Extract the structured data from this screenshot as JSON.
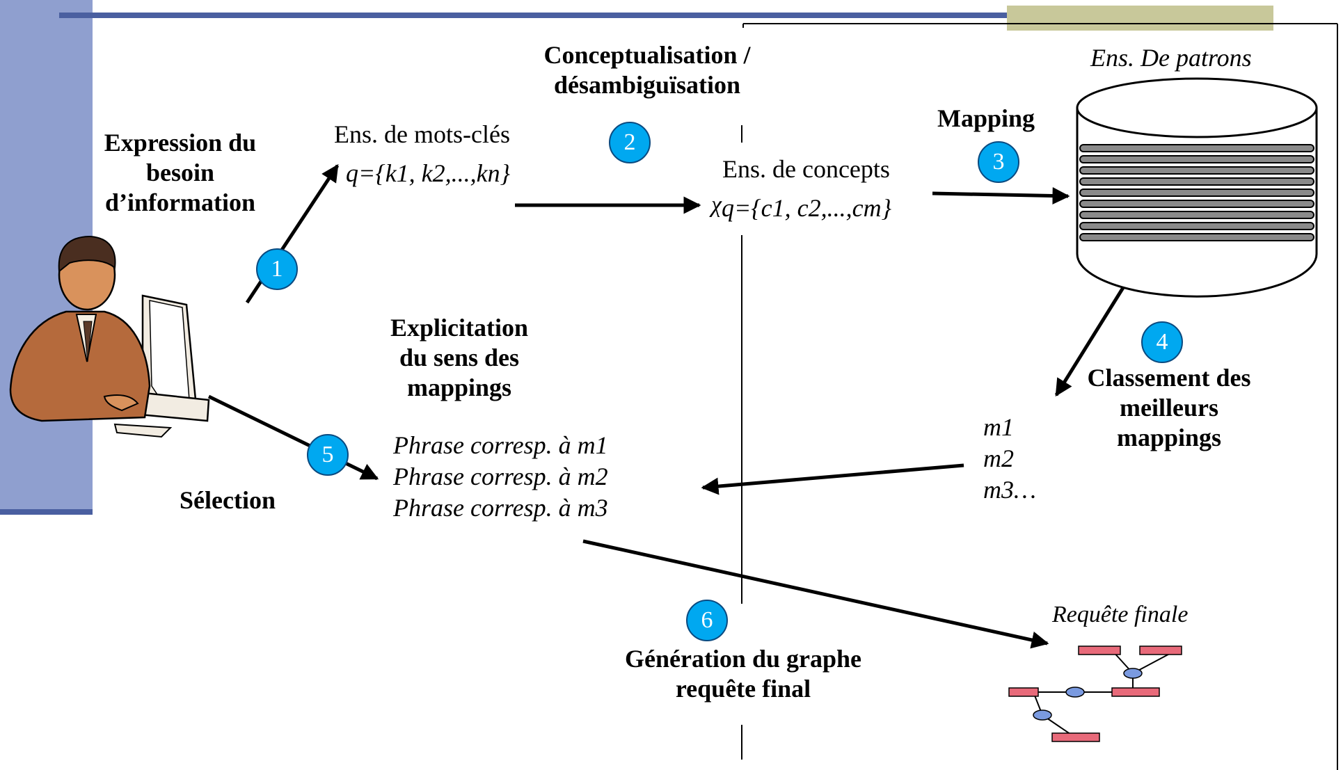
{
  "labels": {
    "expression": [
      "Expression du",
      "besoin",
      "d’information"
    ],
    "keywords_title": "Ens. de mots-clés",
    "keywords_formula": "q={k1, k2,...,kn}",
    "conceptualisation": [
      "Conceptualisation /",
      "désambiguïsation"
    ],
    "concepts_title": "Ens. de concepts",
    "concepts_chi": "χ",
    "concepts_formula": "q={c1, c2,...,cm}",
    "mapping": "Mapping",
    "patterns": "Ens. De patrons",
    "classement": [
      "Classement des",
      "meilleurs",
      "mappings"
    ],
    "mappings_list": [
      "m1",
      "m2",
      "m3…"
    ],
    "explicitation": [
      "Explicitation",
      "du sens des",
      "mappings"
    ],
    "phrases": [
      "Phrase corresp. à m1",
      "Phrase corresp. à m2",
      "Phrase corresp. à m3"
    ],
    "selection": "Sélection",
    "generation": [
      "Génération du graphe",
      "requête final"
    ],
    "final_query": "Requête finale"
  },
  "steps": [
    "1",
    "2",
    "3",
    "4",
    "5",
    "6"
  ],
  "colors": {
    "badge_fill": "#00a8f0",
    "left_bar": "#8f9fcf",
    "top_rule": "#4a5fa0",
    "header_accent": "#c8c89a",
    "query_node": "#e86a7a",
    "query_link": "#7a9ae0"
  },
  "icons": [
    "user-at-computer-icon",
    "database-cylinder-icon",
    "query-graph-icon"
  ]
}
